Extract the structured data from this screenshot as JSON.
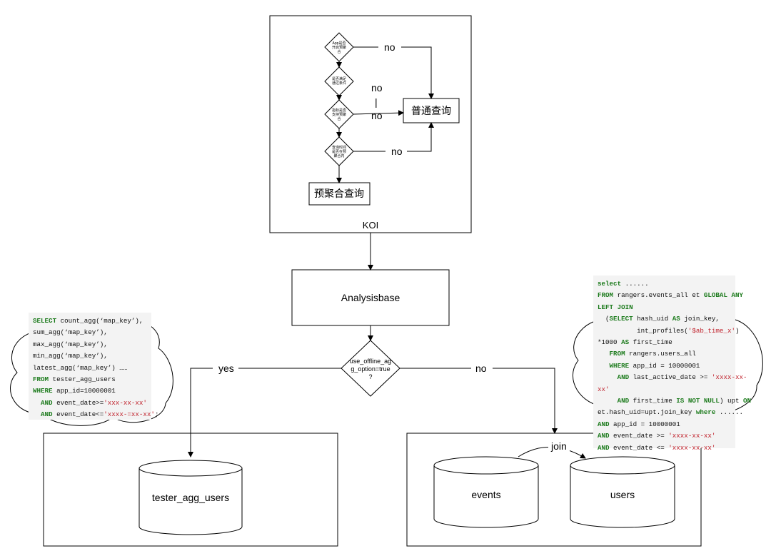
{
  "koi": {
    "label": "KOI",
    "decisions": [
      [
        "App是否",
        "开启预聚",
        "合"
      ],
      [
        "是否满足",
        "通过条件"
      ],
      [
        "指标是否",
        "支持预聚",
        "合"
      ],
      [
        "查询时间",
        "是否在预",
        "聚合内"
      ]
    ],
    "no_labels": [
      "no",
      "no",
      "|",
      "no",
      "no"
    ],
    "normal_query": "普通查询",
    "preagg_query": "预聚合查询"
  },
  "analysisbase": "Analysisbase",
  "main_decision": [
    "use_offline_ag",
    "g_option=true",
    "?"
  ],
  "yes_label": "yes",
  "no_label": "no",
  "left_table": "tester_agg_users",
  "right_tables": {
    "events": "events",
    "users": "users",
    "join": "join"
  },
  "left_sql": [
    [
      {
        "t": "SELECT",
        "k": "kw"
      },
      {
        "t": " count_agg(‘map_key’),"
      }
    ],
    [
      {
        "t": "sum_agg(‘map_key’),"
      }
    ],
    [
      {
        "t": "max_agg(‘map_key’),"
      }
    ],
    [
      {
        "t": "min_agg(‘map_key’),"
      }
    ],
    [
      {
        "t": "latest_agg(‘map_key’) ……"
      }
    ],
    [
      {
        "t": "FROM",
        "k": "kw"
      },
      {
        "t": " tester_agg_users"
      }
    ],
    [
      {
        "t": "WHERE",
        "k": "kw"
      },
      {
        "t": " app_id=10000001"
      }
    ],
    [
      {
        "t": "  "
      },
      {
        "t": "AND",
        "k": "kw"
      },
      {
        "t": " event_date>="
      },
      {
        "t": "'xxx-xx-xx'",
        "k": "str"
      }
    ],
    [
      {
        "t": "  "
      },
      {
        "t": "AND",
        "k": "kw"
      },
      {
        "t": " event_date<="
      },
      {
        "t": "'xxxx-=xx-xx'",
        "k": "str"
      },
      {
        "t": ";"
      }
    ]
  ],
  "right_sql": [
    [
      {
        "t": "select",
        "k": "kw"
      },
      {
        "t": " ......"
      }
    ],
    [
      {
        "t": "FROM",
        "k": "kw"
      },
      {
        "t": " rangers.events_all et "
      },
      {
        "t": "GLOBAL ANY",
        "k": "kw"
      }
    ],
    [
      {
        "t": "LEFT JOIN",
        "k": "kw"
      }
    ],
    [
      {
        "t": "  ("
      },
      {
        "t": "SELECT",
        "k": "kw"
      },
      {
        "t": " hash_uid "
      },
      {
        "t": "AS",
        "k": "kw"
      },
      {
        "t": " join_key,"
      }
    ],
    [
      {
        "t": "          int_profiles("
      },
      {
        "t": "'$ab_time_x'",
        "k": "str"
      },
      {
        "t": ")"
      }
    ],
    [
      {
        "t": "*1000 "
      },
      {
        "t": "AS",
        "k": "kw"
      },
      {
        "t": " first_time"
      }
    ],
    [
      {
        "t": "   "
      },
      {
        "t": "FROM",
        "k": "kw"
      },
      {
        "t": " rangers.users_all"
      }
    ],
    [
      {
        "t": "   "
      },
      {
        "t": "WHERE",
        "k": "kw"
      },
      {
        "t": " app_id = 10000001"
      }
    ],
    [
      {
        "t": "     "
      },
      {
        "t": "AND",
        "k": "kw"
      },
      {
        "t": " last_active_date >= "
      },
      {
        "t": "'xxxx-xx-",
        "k": "str"
      }
    ],
    [
      {
        "t": "xx'",
        "k": "str"
      }
    ],
    [
      {
        "t": "     "
      },
      {
        "t": "AND",
        "k": "kw"
      },
      {
        "t": " first_time "
      },
      {
        "t": "IS NOT NULL",
        "k": "kw"
      },
      {
        "t": ") upt "
      },
      {
        "t": "ON",
        "k": "kw"
      }
    ],
    [
      {
        "t": "et.hash_uid=upt.join_key "
      },
      {
        "t": "where",
        "k": "kw"
      },
      {
        "t": " ......"
      }
    ],
    [
      {
        "t": "AND",
        "k": "kw"
      },
      {
        "t": " app_id = 10000001"
      }
    ],
    [
      {
        "t": "AND",
        "k": "kw"
      },
      {
        "t": " event_date >= "
      },
      {
        "t": "'xxxx-xx-xx'",
        "k": "str"
      }
    ],
    [
      {
        "t": "AND",
        "k": "kw"
      },
      {
        "t": " event_date <= "
      },
      {
        "t": "'xxxx-xx-xx'",
        "k": "str"
      }
    ]
  ]
}
